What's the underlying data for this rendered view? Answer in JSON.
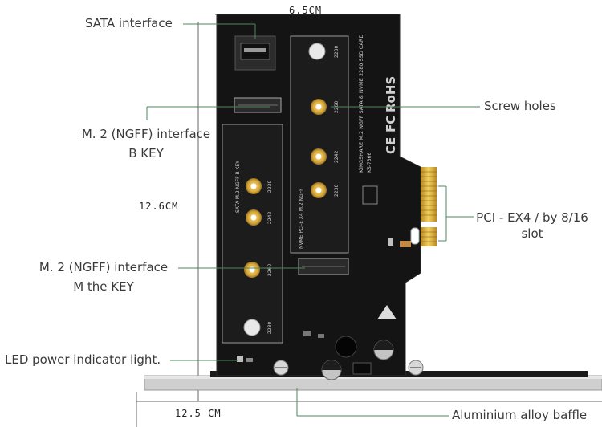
{
  "dimensions": {
    "width_label": "6.5CM",
    "height_label": "12.6CM",
    "baffle_label": "12.5 CM"
  },
  "callouts": {
    "sata": "SATA interface",
    "ngff_b_line1": "M. 2 (NGFF) interface",
    "ngff_b_line2": "B KEY",
    "ngff_m_line1": "M. 2 (NGFF) interface",
    "ngff_m_line2": "M the KEY",
    "led": "LED power indicator light.",
    "screw": "Screw holes",
    "pcie_line1": "PCI - EX4 / by 8/16",
    "pcie_line2": "slot",
    "baffle": "Aluminium alloy baffle"
  },
  "board_text": {
    "title": "KINGSHARE M.2 NGFF SATA & NVME 2280 SSD CARD",
    "model": "KS-7366",
    "left_slot": "SATA M.2 NGFF B KEY",
    "right_slot": "NVME PCI-E X4 M.2 NGFF",
    "size_2280": "2280",
    "size_2260": "2260",
    "size_2242": "2242",
    "size_2230": "2230",
    "cert_rohs": "RoHS",
    "cert_fc": "FC",
    "cert_ce": "CE"
  },
  "colors": {
    "pcb": "#141414",
    "gold": "#d9a93a",
    "leader": "#3f8a5a",
    "bracket": "#b8b8b8"
  }
}
